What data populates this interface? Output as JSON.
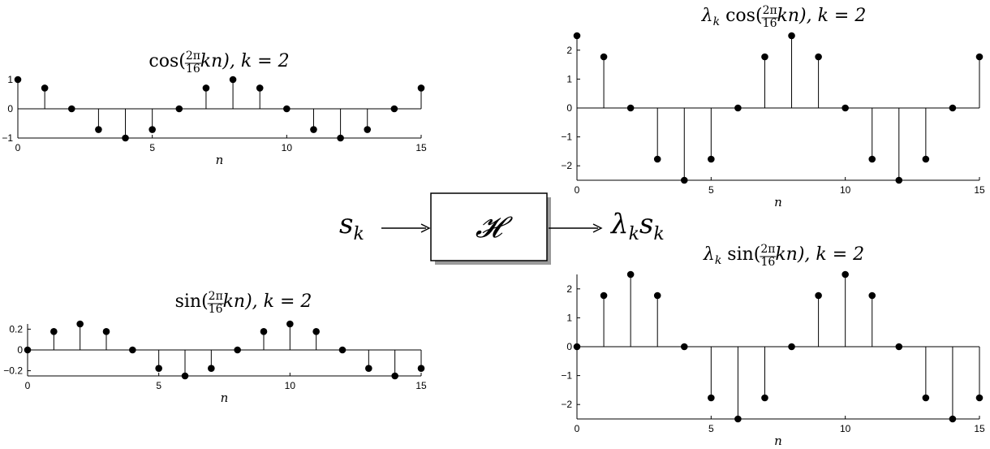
{
  "system": {
    "block_label": "𝓗",
    "input_label": "s",
    "input_sub": "k",
    "output_label_lambda": "λ",
    "output_label_lambda_sub": "k",
    "output_label_s": "s",
    "output_label_s_sub": "k"
  },
  "chart_data": [
    {
      "id": "cos",
      "type": "stem",
      "title": {
        "prefix": "cos(",
        "frac_num": "2π",
        "frac_den": "16",
        "suffix": "kn),  k = 2",
        "lambda": ""
      },
      "xlabel": "n",
      "xlim": [
        0,
        15
      ],
      "ylim": [
        -1,
        1
      ],
      "xticks": [
        0,
        5,
        10,
        15
      ],
      "yticks": [
        -1,
        0,
        1
      ],
      "ytick_labels": [
        "−1",
        "0",
        "1"
      ],
      "x": [
        0,
        1,
        2,
        3,
        4,
        5,
        6,
        7,
        8,
        9,
        10,
        11,
        12,
        13,
        14,
        15
      ],
      "y": [
        1,
        0.71,
        0,
        -0.71,
        -1,
        -0.71,
        0,
        0.71,
        1,
        0.71,
        0,
        -0.71,
        -1,
        -0.71,
        0,
        0.71
      ]
    },
    {
      "id": "sin",
      "type": "stem",
      "title": {
        "prefix": "sin(",
        "frac_num": "2π",
        "frac_den": "16",
        "suffix": "kn),  k = 2",
        "lambda": ""
      },
      "xlabel": "n",
      "xlim": [
        0,
        15
      ],
      "ylim": [
        -0.25,
        0.25
      ],
      "xticks": [
        0,
        5,
        10,
        15
      ],
      "yticks": [
        -0.2,
        0,
        0.2
      ],
      "ytick_labels": [
        "−0.2",
        "0",
        "0.2"
      ],
      "x": [
        0,
        1,
        2,
        3,
        4,
        5,
        6,
        7,
        8,
        9,
        10,
        11,
        12,
        13,
        14,
        15
      ],
      "y": [
        0,
        0.177,
        0.25,
        0.177,
        0,
        -0.177,
        -0.25,
        -0.177,
        0,
        0.177,
        0.25,
        0.177,
        0,
        -0.177,
        -0.25,
        -0.177
      ]
    },
    {
      "id": "lcos",
      "type": "stem",
      "title": {
        "prefix": "cos(",
        "frac_num": "2π",
        "frac_den": "16",
        "suffix": "kn),  k = 2",
        "lambda": "λ",
        "lambda_sub": "k"
      },
      "xlabel": "n",
      "xlim": [
        0,
        15
      ],
      "ylim": [
        -2.5,
        2.5
      ],
      "xticks": [
        0,
        5,
        10,
        15
      ],
      "yticks": [
        -2,
        -1,
        0,
        1,
        2
      ],
      "ytick_labels": [
        "−2",
        "−1",
        "0",
        "1",
        "2"
      ],
      "x": [
        0,
        1,
        2,
        3,
        4,
        5,
        6,
        7,
        8,
        9,
        10,
        11,
        12,
        13,
        14,
        15
      ],
      "y": [
        2.5,
        1.77,
        0,
        -1.77,
        -2.5,
        -1.77,
        0,
        1.77,
        2.5,
        1.77,
        0,
        -1.77,
        -2.5,
        -1.77,
        0,
        1.77
      ]
    },
    {
      "id": "lsin",
      "type": "stem",
      "title": {
        "prefix": "sin(",
        "frac_num": "2π",
        "frac_den": "16",
        "suffix": "kn),  k = 2",
        "lambda": "λ",
        "lambda_sub": "k"
      },
      "xlabel": "n",
      "xlim": [
        0,
        15
      ],
      "ylim": [
        -2.5,
        2.5
      ],
      "xticks": [
        0,
        5,
        10,
        15
      ],
      "yticks": [
        -2,
        -1,
        0,
        1,
        2
      ],
      "ytick_labels": [
        "−2",
        "−1",
        "0",
        "1",
        "2"
      ],
      "x": [
        0,
        1,
        2,
        3,
        4,
        5,
        6,
        7,
        8,
        9,
        10,
        11,
        12,
        13,
        14,
        15
      ],
      "y": [
        0,
        1.77,
        2.5,
        1.77,
        0,
        -1.77,
        -2.5,
        -1.77,
        0,
        1.77,
        2.5,
        1.77,
        0,
        -1.77,
        -2.5,
        -1.77
      ]
    }
  ]
}
